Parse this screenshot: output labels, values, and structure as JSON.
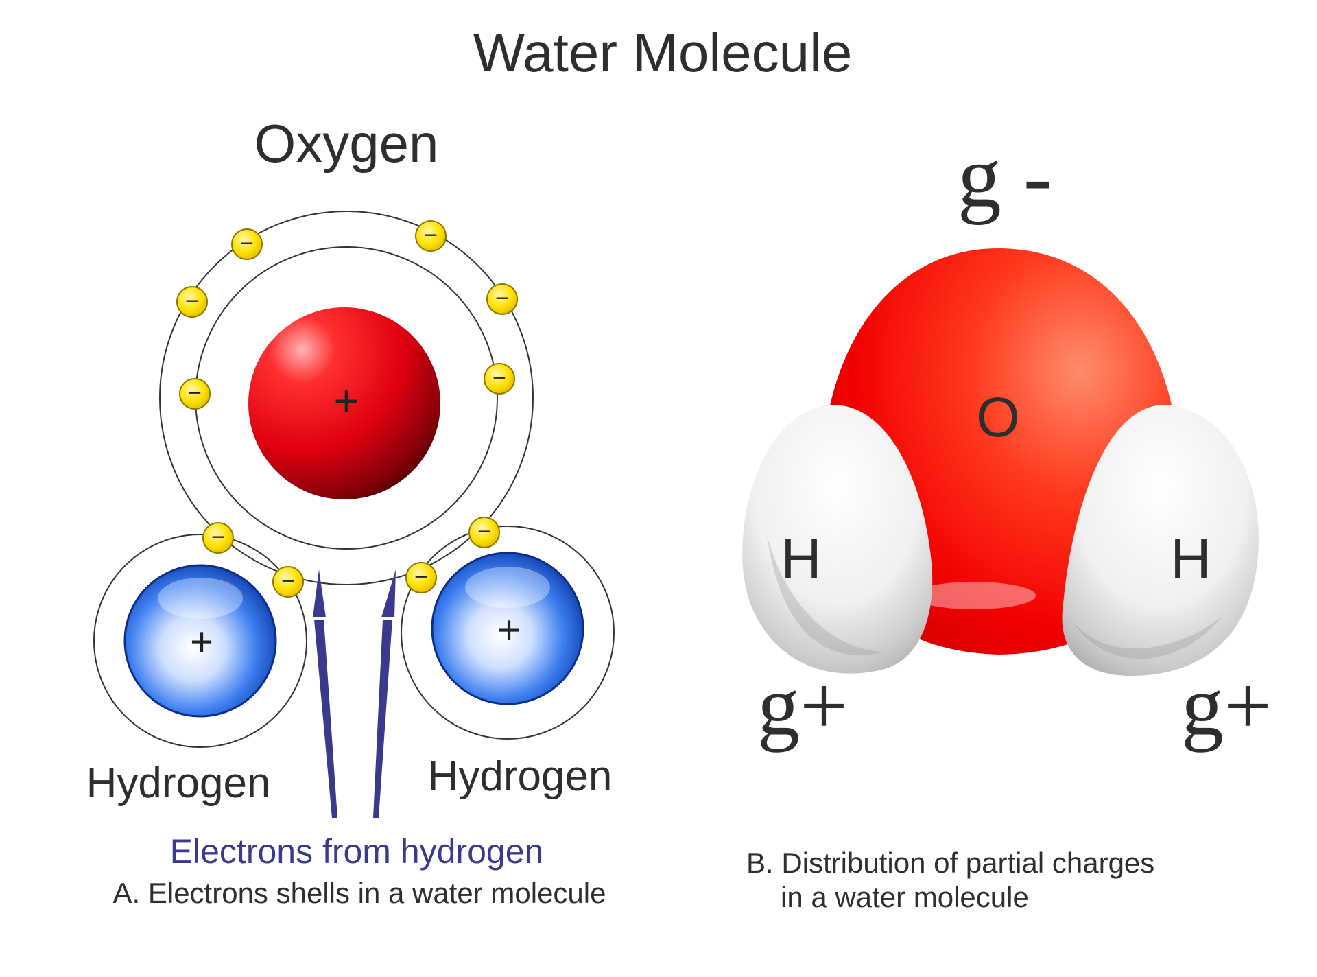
{
  "title": "Water Molecule",
  "panel_a": {
    "oxygen_label": "Oxygen",
    "hydrogen_left_label": "Hydrogen",
    "hydrogen_right_label": "Hydrogen",
    "nucleus_charge": "+",
    "electron_symbol": "−",
    "arrow_label": "Electrons from hydrogen",
    "caption": "A. Electrons shells in a water molecule"
  },
  "panel_b": {
    "oxygen_symbol": "O",
    "hydrogen_left_symbol": "H",
    "hydrogen_right_symbol": "H",
    "charge_top": "g -",
    "charge_left": "g+",
    "charge_right": "g+",
    "caption_line1": "B. Distribution of partial charges",
    "caption_line2": "in a water molecule"
  },
  "colors": {
    "oxygen": "#e8000f",
    "hydrogen_model": "#d9d9d9",
    "proton_blue": "#1f5fd6",
    "electron": "#ffe100",
    "arrow": "#3a3a8c",
    "text": "#2e2e2e"
  }
}
